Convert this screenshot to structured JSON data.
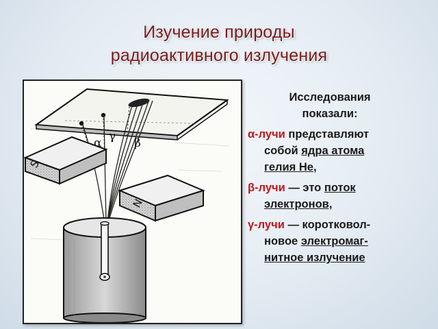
{
  "title": {
    "line1": "Изучение природы",
    "line2": "радиоактивного излучения"
  },
  "figure": {
    "labels": {
      "alpha": "α",
      "gamma": "γ",
      "beta": "β",
      "magnet_s": "S",
      "magnet_n": "N"
    }
  },
  "text": {
    "intro_line1": "Исследования",
    "intro_line2": "показали:",
    "alpha": {
      "term": "α-лучи",
      "rest_line1": "представляют",
      "rest_line2a": "собой",
      "rest_line2b": "ядра атома",
      "rest_line3": "гелия Не,"
    },
    "beta": {
      "term": "β-лучи",
      "dash": "—",
      "rest_a": "это",
      "rest_b": "поток",
      "rest_line2": "электронов,"
    },
    "gamma": {
      "term": "γ-лучи",
      "dash": "—",
      "rest_line1": "коротковол-",
      "rest_line2a": "новое",
      "rest_line2b": "электромаг-",
      "rest_line3": "нитное излучение"
    }
  },
  "colors": {
    "title": "#7a1a1a",
    "ray_term": "#c0151b",
    "text": "#1a1a1a"
  }
}
